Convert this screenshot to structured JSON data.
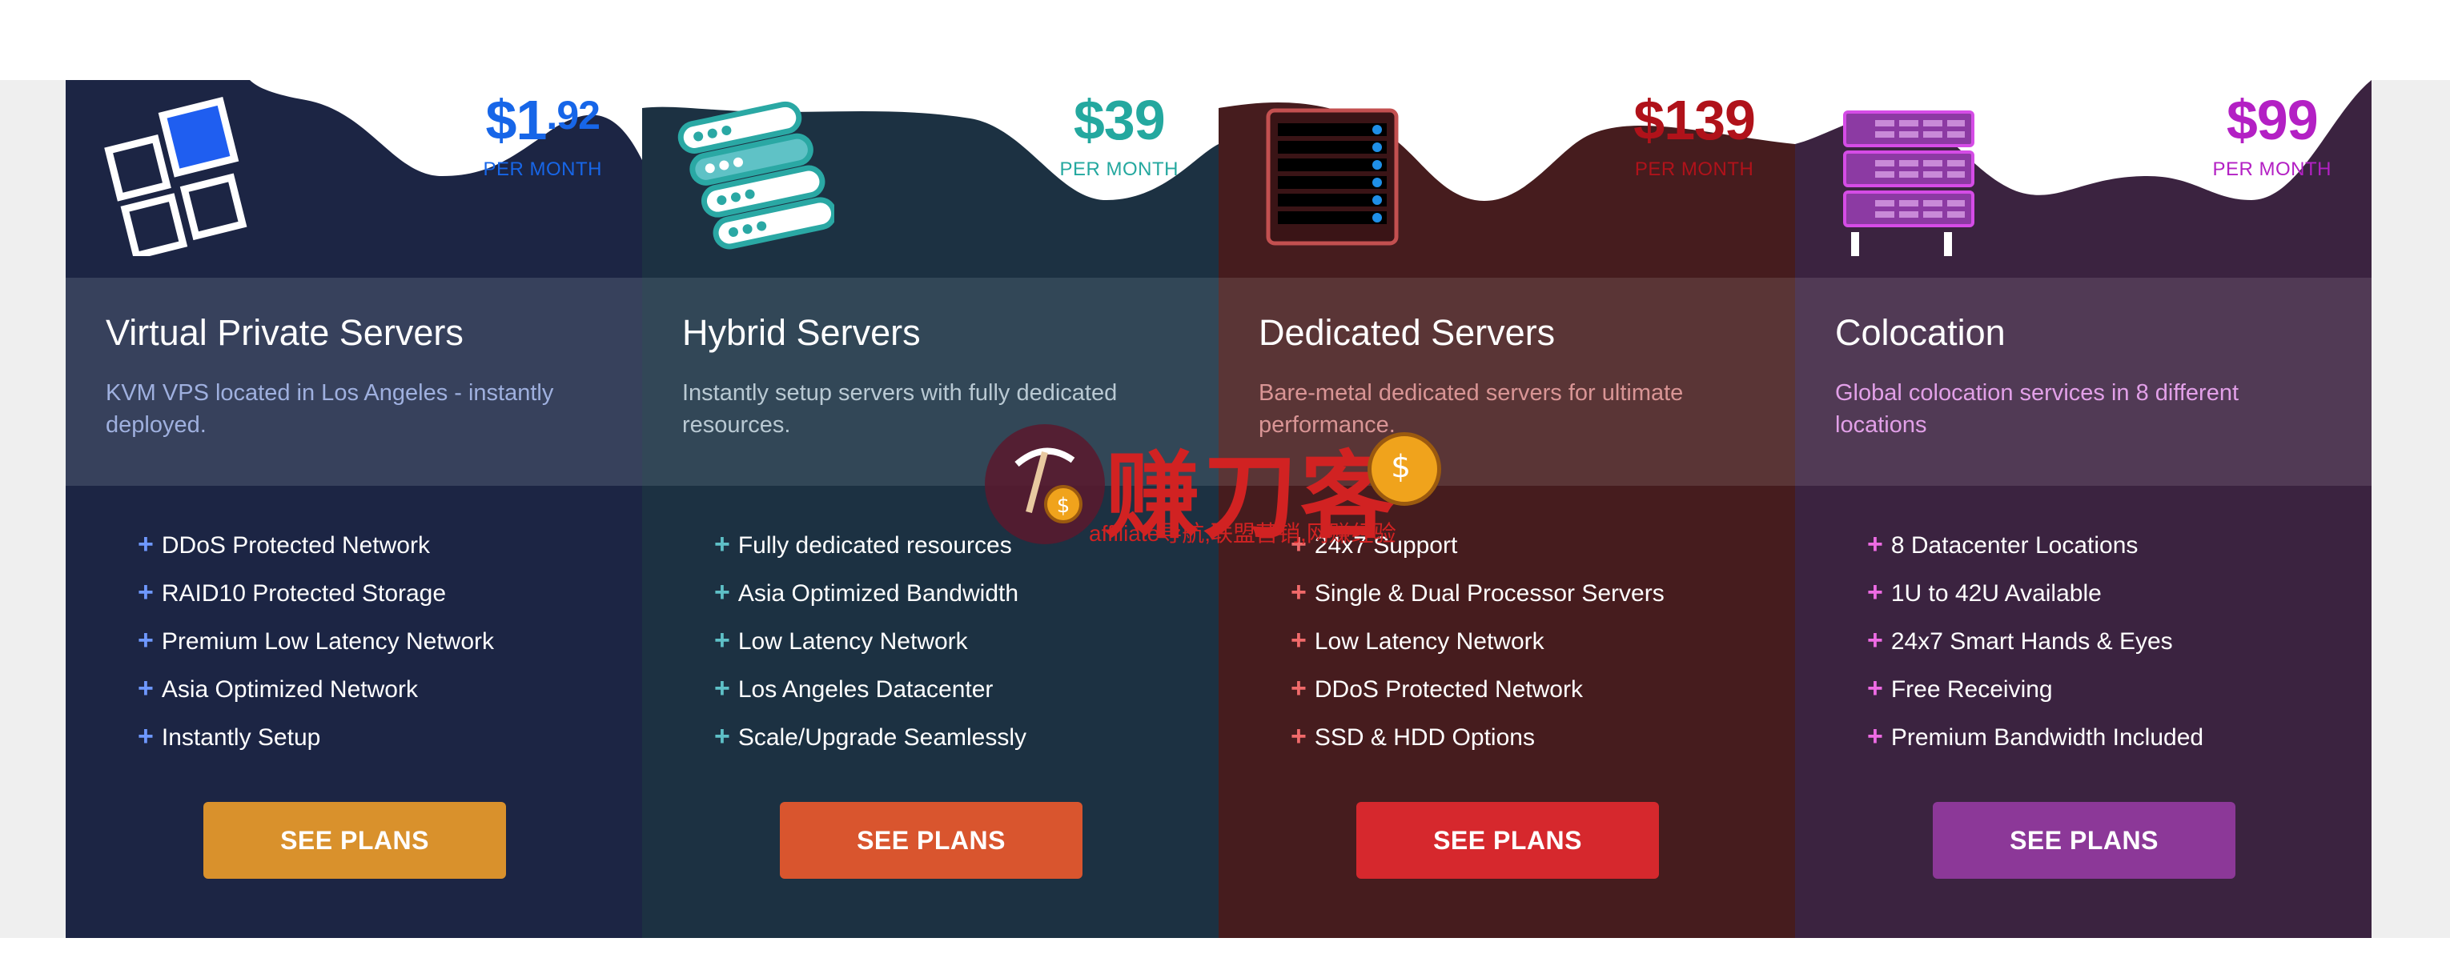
{
  "cards": [
    {
      "id": "vps",
      "price": {
        "main": "$1",
        "cents": ".92",
        "period": "PER MONTH"
      },
      "title": "Virtual Private Servers",
      "description": "KVM VPS located in Los Angeles - instantly deployed.",
      "features": [
        "DDoS Protected Network",
        "RAID10 Protected Storage",
        "Premium Low Latency Network",
        "Asia Optimized Network",
        "Instantly Setup"
      ],
      "button": "SEE PLANS",
      "icon": "vps-windows-icon"
    },
    {
      "id": "hybrid",
      "price": {
        "main": "$39",
        "cents": "",
        "period": "PER MONTH"
      },
      "title": "Hybrid Servers",
      "description": "Instantly setup servers with fully dedicated resources.",
      "features": [
        "Fully dedicated resources",
        "Asia Optimized Bandwidth",
        "Low Latency Network",
        "Los Angeles Datacenter",
        "Scale/Upgrade Seamlessly"
      ],
      "button": "SEE PLANS",
      "icon": "server-stack-icon"
    },
    {
      "id": "dedicated",
      "price": {
        "main": "$139",
        "cents": "",
        "period": "PER MONTH"
      },
      "title": "Dedicated Servers",
      "description": "Bare-metal dedicated servers for ultimate performance.",
      "features": [
        "24x7 Support",
        "Single & Dual Processor Servers",
        "Low Latency Network",
        "DDoS Protected Network",
        "SSD & HDD Options"
      ],
      "button": "SEE PLANS",
      "icon": "server-tower-icon"
    },
    {
      "id": "colocation",
      "price": {
        "main": "$99",
        "cents": "",
        "period": "PER MONTH"
      },
      "title": "Colocation",
      "description": "Global colocation services in 8 different locations",
      "features": [
        "8 Datacenter Locations",
        "1U to 42U Available",
        "24x7 Smart Hands & Eyes",
        "Free Receiving",
        "Premium Bandwidth Included"
      ],
      "button": "SEE PLANS",
      "icon": "server-rack-icon"
    }
  ],
  "watermark": {
    "title": "赚刀客",
    "subtitle": "affiliate导航,联盟营销,网赚经验"
  },
  "colors": {
    "vps_bg": "#1c2544",
    "hybrid_bg": "#1c3142",
    "dedicated_bg": "#461c1e",
    "colocation_bg": "#3b2340",
    "vps_button": "#d9912c",
    "hybrid_button": "#d9552e",
    "dedicated_button": "#d6282d",
    "colocation_button": "#8c3898"
  }
}
